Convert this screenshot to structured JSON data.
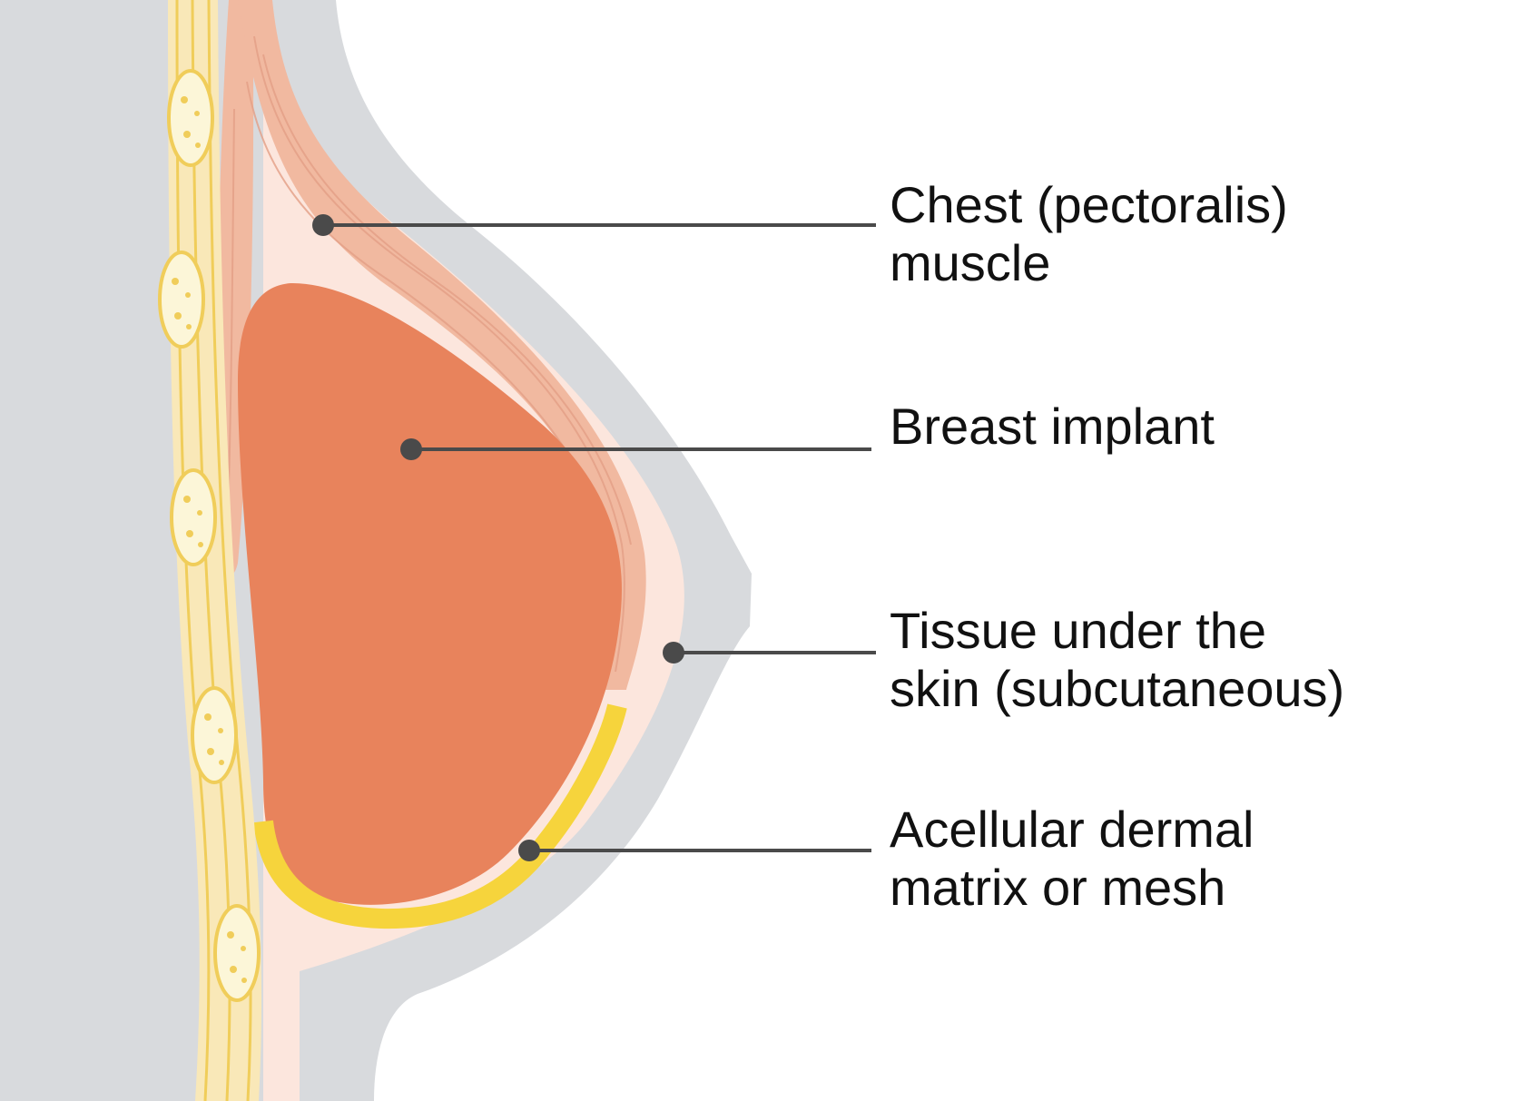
{
  "labels": {
    "muscle": {
      "line1": "Chest (pectoralis)",
      "line2": "muscle"
    },
    "implant": {
      "line1": "Breast implant"
    },
    "tissue": {
      "line1": "Tissue under the",
      "line2": "skin (subcutaneous)"
    },
    "matrix": {
      "line1": "Acellular dermal",
      "line2": "matrix or mesh"
    }
  },
  "colors": {
    "outer_body": "#d8dadd",
    "subcutaneous": "#fce6dd",
    "muscle": "#f1b9a0",
    "muscle_fiber": "#e49f86",
    "implant": "#e8835c",
    "mesh": "#f6d43c",
    "rib_band": "#f9e8b8",
    "rib_line": "#f0cd5a",
    "rib": "#fcf6d8",
    "leader": "#4a4a4a",
    "dot": "#4a4a4a"
  }
}
